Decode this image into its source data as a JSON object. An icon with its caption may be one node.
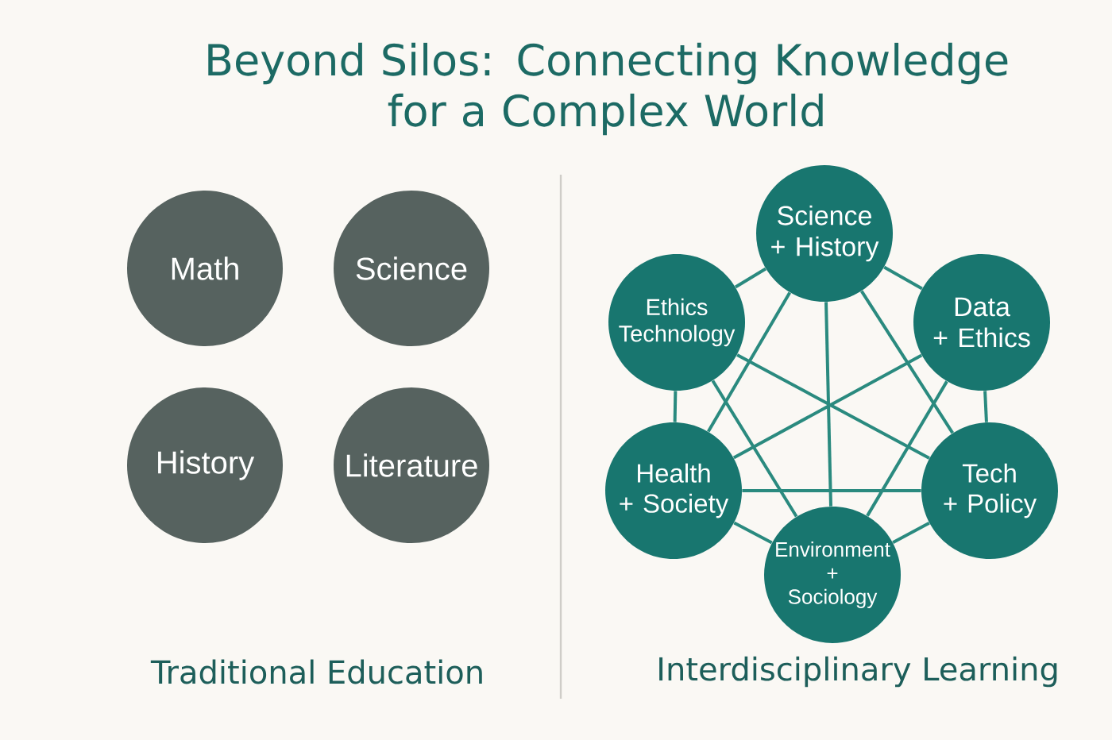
{
  "diagram": {
    "title": "Beyond Silos: Connecting Knowledge for a Complex World",
    "nodes": [
      {
        "text": [
          "Math"
        ]
      },
      {
        "text": [
          "Science"
        ]
      },
      {
        "text": [
          "History"
        ]
      },
      {
        "text": [
          "Literature"
        ]
      },
      {
        "text": [
          "Science + History"
        ]
      },
      {
        "text": [
          "Ethics Technology"
        ]
      },
      {
        "text": [
          "Data + Ethics"
        ]
      },
      {
        "text": [
          "Health + Society"
        ]
      },
      {
        "text": [
          "Tech + Policy"
        ]
      },
      {
        "text": [
          "Environment + Sociology"
        ]
      }
    ],
    "edges": [
      {
        "from": 5,
        "to": 4,
        "arrow": "none"
      },
      {
        "from": 4,
        "to": 6,
        "arrow": "none"
      },
      {
        "from": 5,
        "to": 7,
        "arrow": "none"
      },
      {
        "from": 6,
        "to": 8,
        "arrow": "none"
      },
      {
        "from": 7,
        "to": 9,
        "arrow": "none"
      },
      {
        "from": 9,
        "to": 8,
        "arrow": "none"
      },
      {
        "from": 7,
        "to": 8,
        "arrow": "none"
      },
      {
        "from": 4,
        "to": 9,
        "arrow": "none"
      },
      {
        "from": 4,
        "to": 7,
        "arrow": "none"
      },
      {
        "from": 4,
        "to": 8,
        "arrow": "none"
      },
      {
        "from": 5,
        "to": 8,
        "arrow": "none"
      },
      {
        "from": 6,
        "to": 7,
        "arrow": "none"
      },
      {
        "from": 5,
        "to": 9,
        "arrow": "none"
      },
      {
        "from": 6,
        "to": 9,
        "arrow": "none"
      }
    ],
    "labels": [
      "Traditional Education",
      "Interdisciplinary Learning"
    ]
  }
}
